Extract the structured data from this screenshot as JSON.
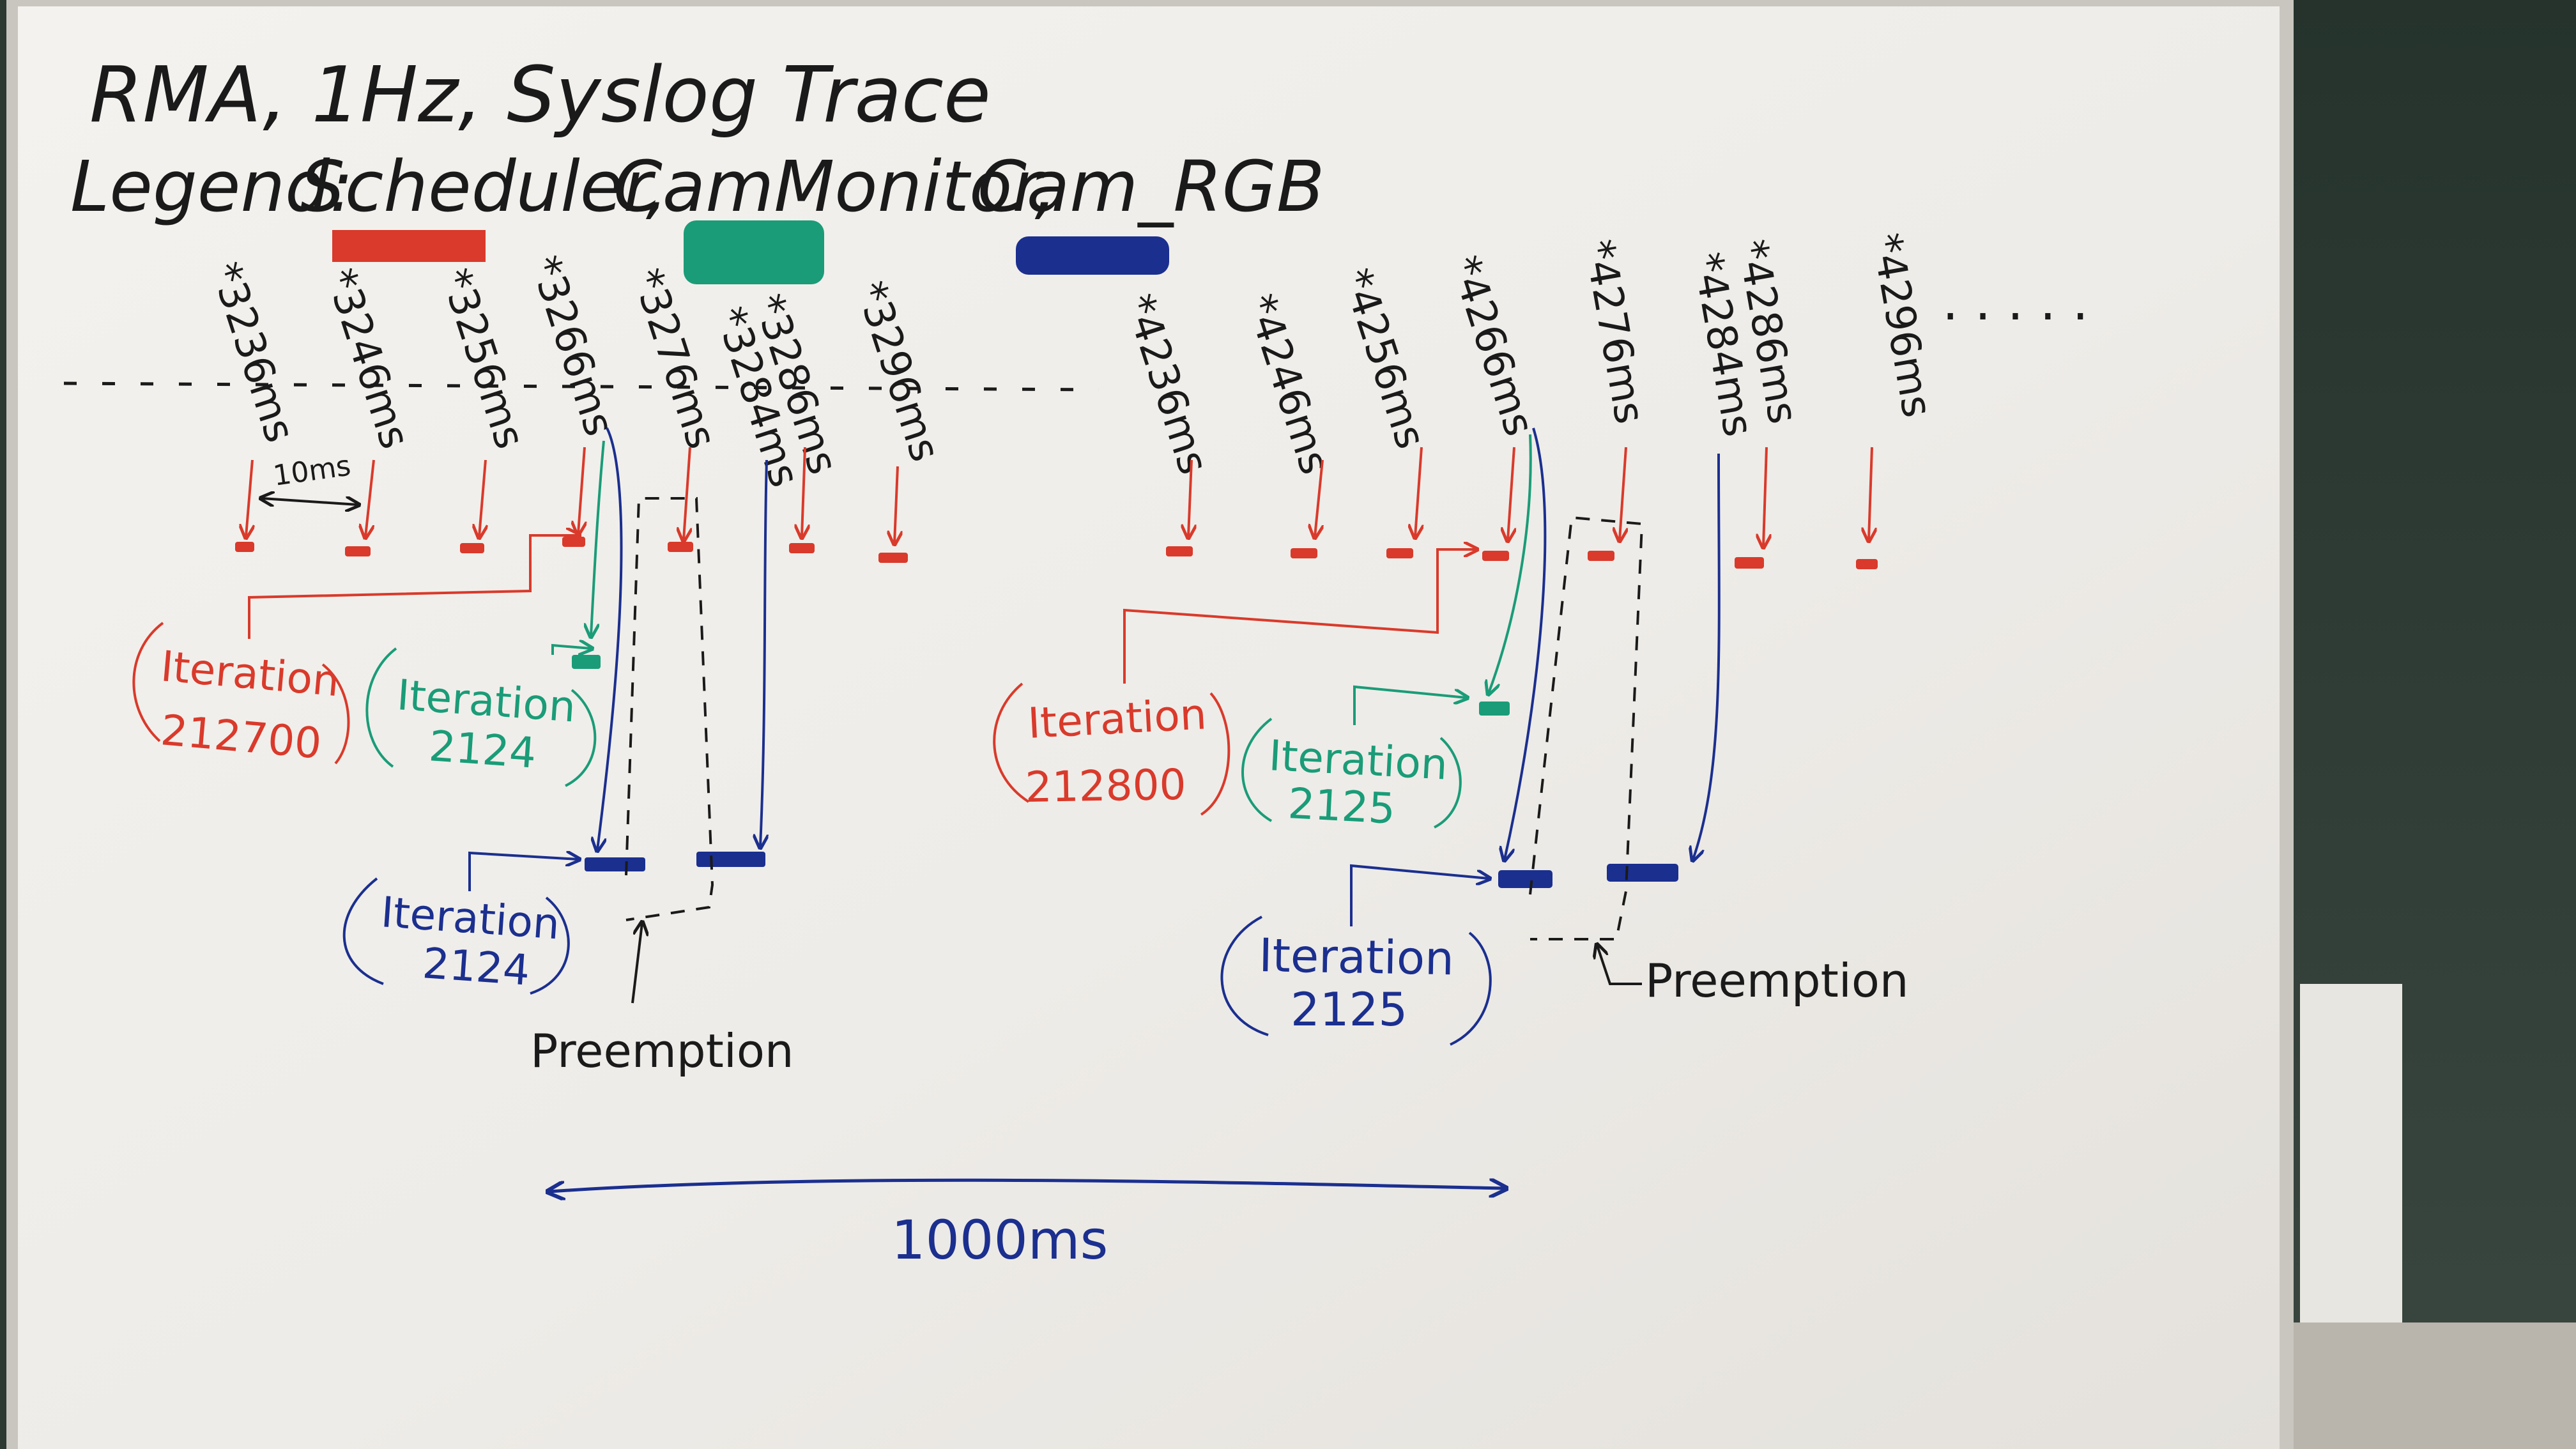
{
  "title": "RMA, 1Hz, Syslog Trace",
  "legend": {
    "prefix": "Legend:",
    "items": [
      {
        "label": "Scheduler,",
        "color": "#d93a2b"
      },
      {
        "label": "CamMonitor,",
        "color": "#1a9c78"
      },
      {
        "label": "Cam_RGB",
        "color": "#1b2f8f"
      }
    ]
  },
  "colors": {
    "scheduler": "#d93a2b",
    "monitor": "#1a9c78",
    "rgb": "#1b2f8f",
    "ink": "#1a1a1a"
  },
  "timestamps_left": [
    "*3236ms",
    "*3246ms",
    "*3256ms",
    "*3266ms",
    "*3276ms",
    "*3286ms",
    "*3284ms",
    "*3296ms"
  ],
  "timestamps_right": [
    "*4236ms",
    "*4246ms",
    "*4256ms",
    "*4266ms",
    "*4276ms",
    "*4286ms",
    "*4284ms",
    "*4296ms"
  ],
  "interval_label": "10ms",
  "iterations": {
    "sched_left": {
      "line1": "Iteration",
      "line2": "212700"
    },
    "mon_left": {
      "line1": "Iteration",
      "line2": "2124"
    },
    "rgb_left": {
      "line1": "Iteration",
      "line2": "2124"
    },
    "sched_right": {
      "line1": "Iteration",
      "line2": "212800"
    },
    "mon_right": {
      "line1": "Iteration",
      "line2": "2125"
    },
    "rgb_right": {
      "line1": "Iteration",
      "line2": "2125"
    }
  },
  "preemption_label": "Preemption",
  "span_label": "1000ms",
  "continuation": ". . . . ."
}
